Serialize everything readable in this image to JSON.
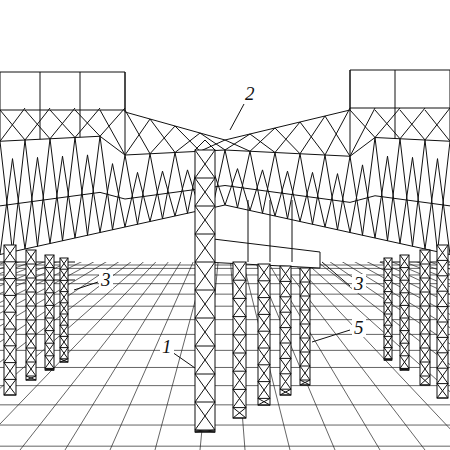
{
  "diagram": {
    "labels": [
      "2",
      "3",
      "3",
      "1",
      "5"
    ]
  }
}
